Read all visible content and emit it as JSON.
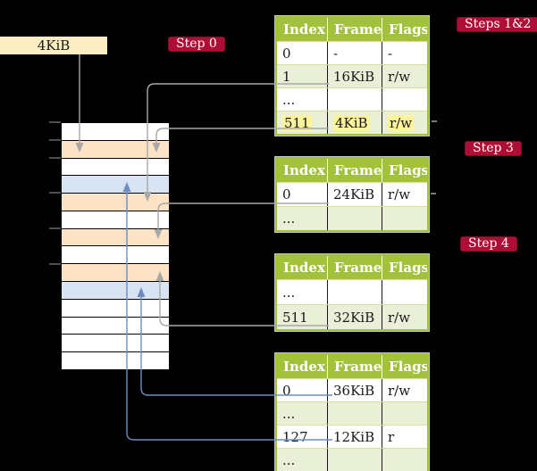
{
  "legend_box": {
    "label": "4KiB"
  },
  "badges": {
    "step0": "Step 0",
    "steps12": "Steps 1&2",
    "step3": "Step 3",
    "step4": "Step 4"
  },
  "columns": {
    "index": "Index",
    "frame": "Frame",
    "flags": "Flags"
  },
  "tables": {
    "t1": {
      "rows": [
        {
          "index": "0",
          "frame": "-",
          "flags": "-"
        },
        {
          "index": "1",
          "frame": "16KiB",
          "flags": "r/w"
        },
        {
          "index": "...",
          "frame": "",
          "flags": ""
        },
        {
          "index": "511",
          "frame": "4KiB",
          "flags": "r/w"
        }
      ]
    },
    "t2": {
      "rows": [
        {
          "index": "0",
          "frame": "24KiB",
          "flags": "r/w"
        },
        {
          "index": "...",
          "frame": "",
          "flags": ""
        }
      ]
    },
    "t3": {
      "rows": [
        {
          "index": "...",
          "frame": "",
          "flags": ""
        },
        {
          "index": "511",
          "frame": "32KiB",
          "flags": "r/w"
        }
      ]
    },
    "t4": {
      "rows": [
        {
          "index": "0",
          "frame": "36KiB",
          "flags": "r/w"
        },
        {
          "index": "...",
          "frame": "",
          "flags": ""
        },
        {
          "index": "127",
          "frame": "12KiB",
          "flags": "r"
        },
        {
          "index": "...",
          "frame": "",
          "flags": ""
        }
      ]
    }
  },
  "memory_stack": {
    "frame_colors": [
      "white",
      "peach",
      "white",
      "blue",
      "peach",
      "white",
      "peach",
      "white",
      "peach",
      "blue",
      "white",
      "white",
      "white",
      "white"
    ]
  },
  "colors": {
    "background": "#000000",
    "table_header_green": "#a4c13c",
    "row_tint_green": "#eaf0d8",
    "frame_peach": "#fce3c6",
    "frame_blue": "#d9e4f2",
    "legend_cream": "#fcedc4",
    "badge_red": "#ae0e35",
    "highlight_yellow": "#fbf49b",
    "connector_gray": "#a8a8a8",
    "connector_blue": "#6d8cbf"
  }
}
